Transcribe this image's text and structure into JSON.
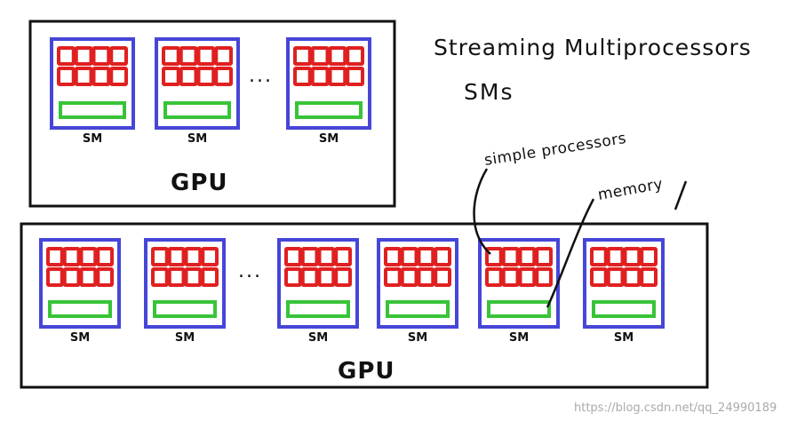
{
  "colors": {
    "sm_border": "#4646d8",
    "core": "#e02020",
    "memory": "#38c438",
    "ink": "#111111",
    "watermark": "#aaaaaa"
  },
  "heading": {
    "line1": "Streaming Multiprocessors",
    "line2": "SMs"
  },
  "annotations": {
    "simple_processors": "simple processors",
    "memory": "memory"
  },
  "gpu_top": {
    "label": "GPU",
    "ellipsis": "...",
    "sm_labels": [
      "SM",
      "SM",
      "SM"
    ]
  },
  "gpu_bottom": {
    "label": "GPU",
    "ellipsis": "...",
    "sm_labels": [
      "SM",
      "SM",
      "SM",
      "SM",
      "SM",
      "SM"
    ]
  },
  "watermark": "https://blog.csdn.net/qq_24990189"
}
